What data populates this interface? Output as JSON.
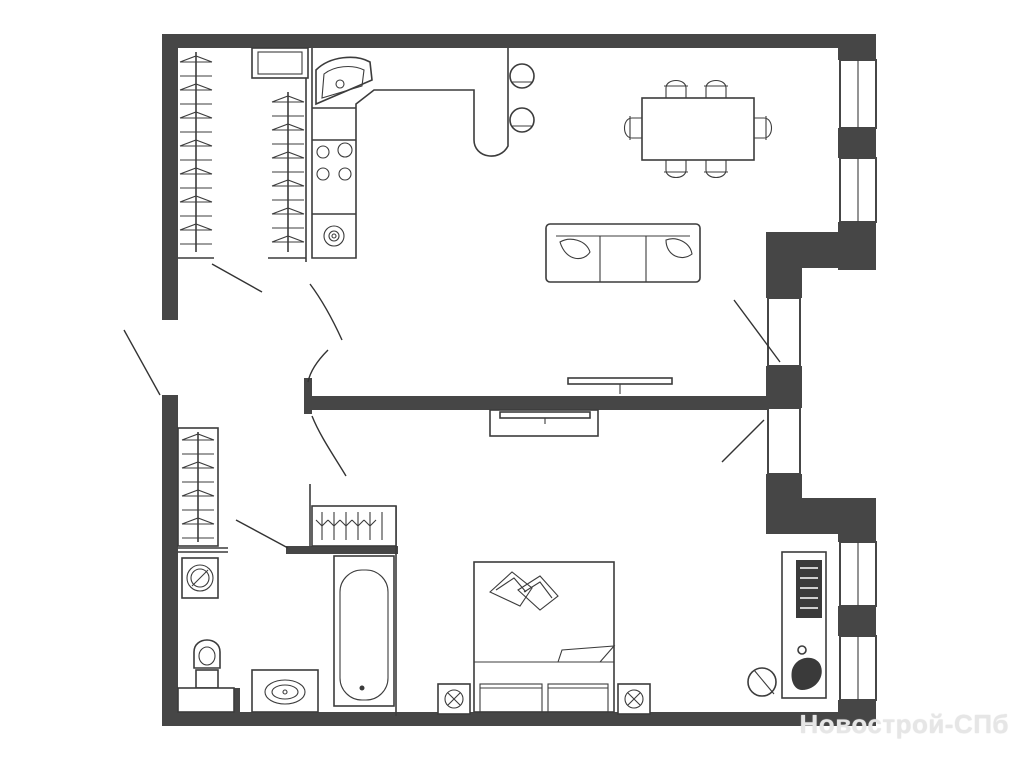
{
  "watermark": {
    "text": "Новострой-СПб"
  },
  "colors": {
    "wall": "#464646",
    "line": "#3c3c3c",
    "background": "#ffffff"
  },
  "plan": {
    "rooms": [
      "kitchen-living",
      "hallway",
      "bathroom",
      "bedroom"
    ],
    "icons": [
      "wardrobe-icon",
      "sink-icon",
      "stove-icon",
      "washing-machine-icon",
      "dining-table-icon",
      "chair-icon",
      "sofa-icon",
      "tv-icon",
      "bed-icon",
      "pillow-icon",
      "nightstand-icon",
      "bathtub-icon",
      "toilet-icon",
      "washbasin-icon",
      "desk-icon",
      "armchair-icon"
    ]
  }
}
